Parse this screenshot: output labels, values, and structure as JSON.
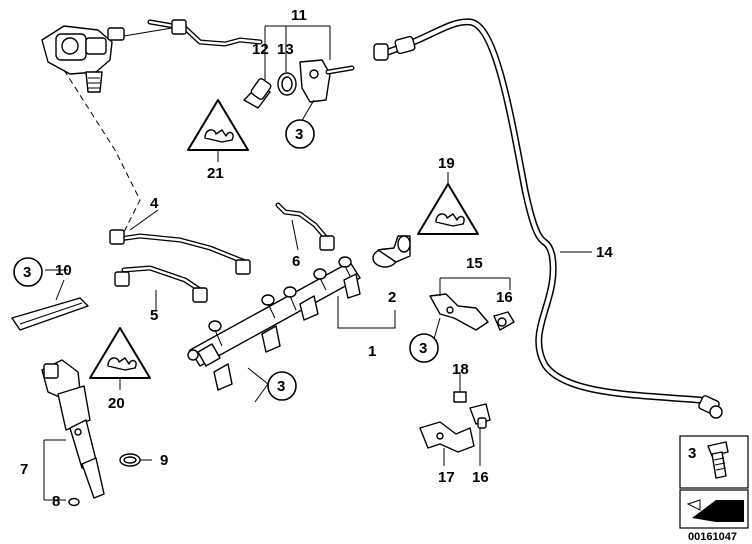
{
  "labels": {
    "p1": "1",
    "p2": "2",
    "p3a": "3",
    "p3b": "3",
    "p3c": "3",
    "p3d": "3",
    "p4": "4",
    "p5": "5",
    "p6": "6",
    "p7": "7",
    "p8": "8",
    "p9": "9",
    "p10": "10",
    "p11": "11",
    "p12": "12",
    "p13": "13",
    "p14": "14",
    "p15": "15",
    "p16a": "16",
    "p16b": "16",
    "p17": "17",
    "p18": "18",
    "p19": "19",
    "p20": "20",
    "p21": "21"
  },
  "legend": {
    "item_number": "3"
  },
  "footer": {
    "diagram_id": "00161047"
  },
  "icons": [
    "warning-triangle-icon",
    "bolt-icon",
    "arrow-icon"
  ]
}
